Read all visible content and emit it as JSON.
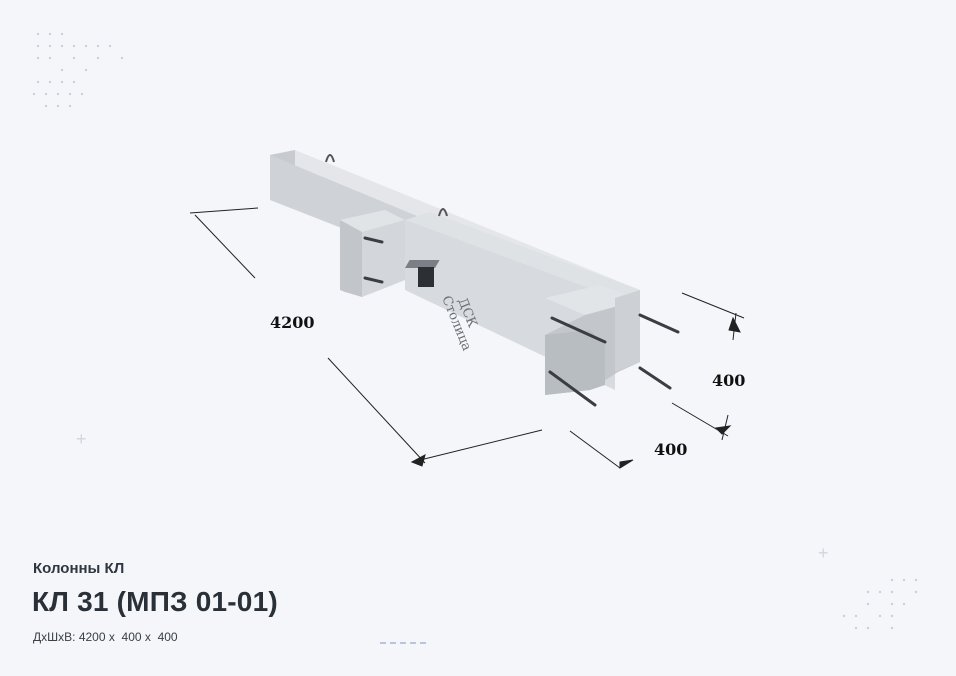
{
  "product": {
    "category": "Колонны КЛ",
    "title": "КЛ 31 (МПЗ 01-01)",
    "dims_prefix": "ДхШхВ:",
    "length": "4200",
    "width": "400",
    "height": "400",
    "separator": " x "
  },
  "figure": {
    "dim_length_label": "4200",
    "dim_height_label": "400",
    "dim_width_label": "400",
    "logo_line1": "ДСК",
    "logo_line2": "Столица"
  },
  "colors": {
    "background": "#f4f6fa",
    "concrete_top": "#dde0e3",
    "concrete_side": "#c9cdd1",
    "concrete_front": "#b9bec3",
    "text": "#2a3038"
  }
}
